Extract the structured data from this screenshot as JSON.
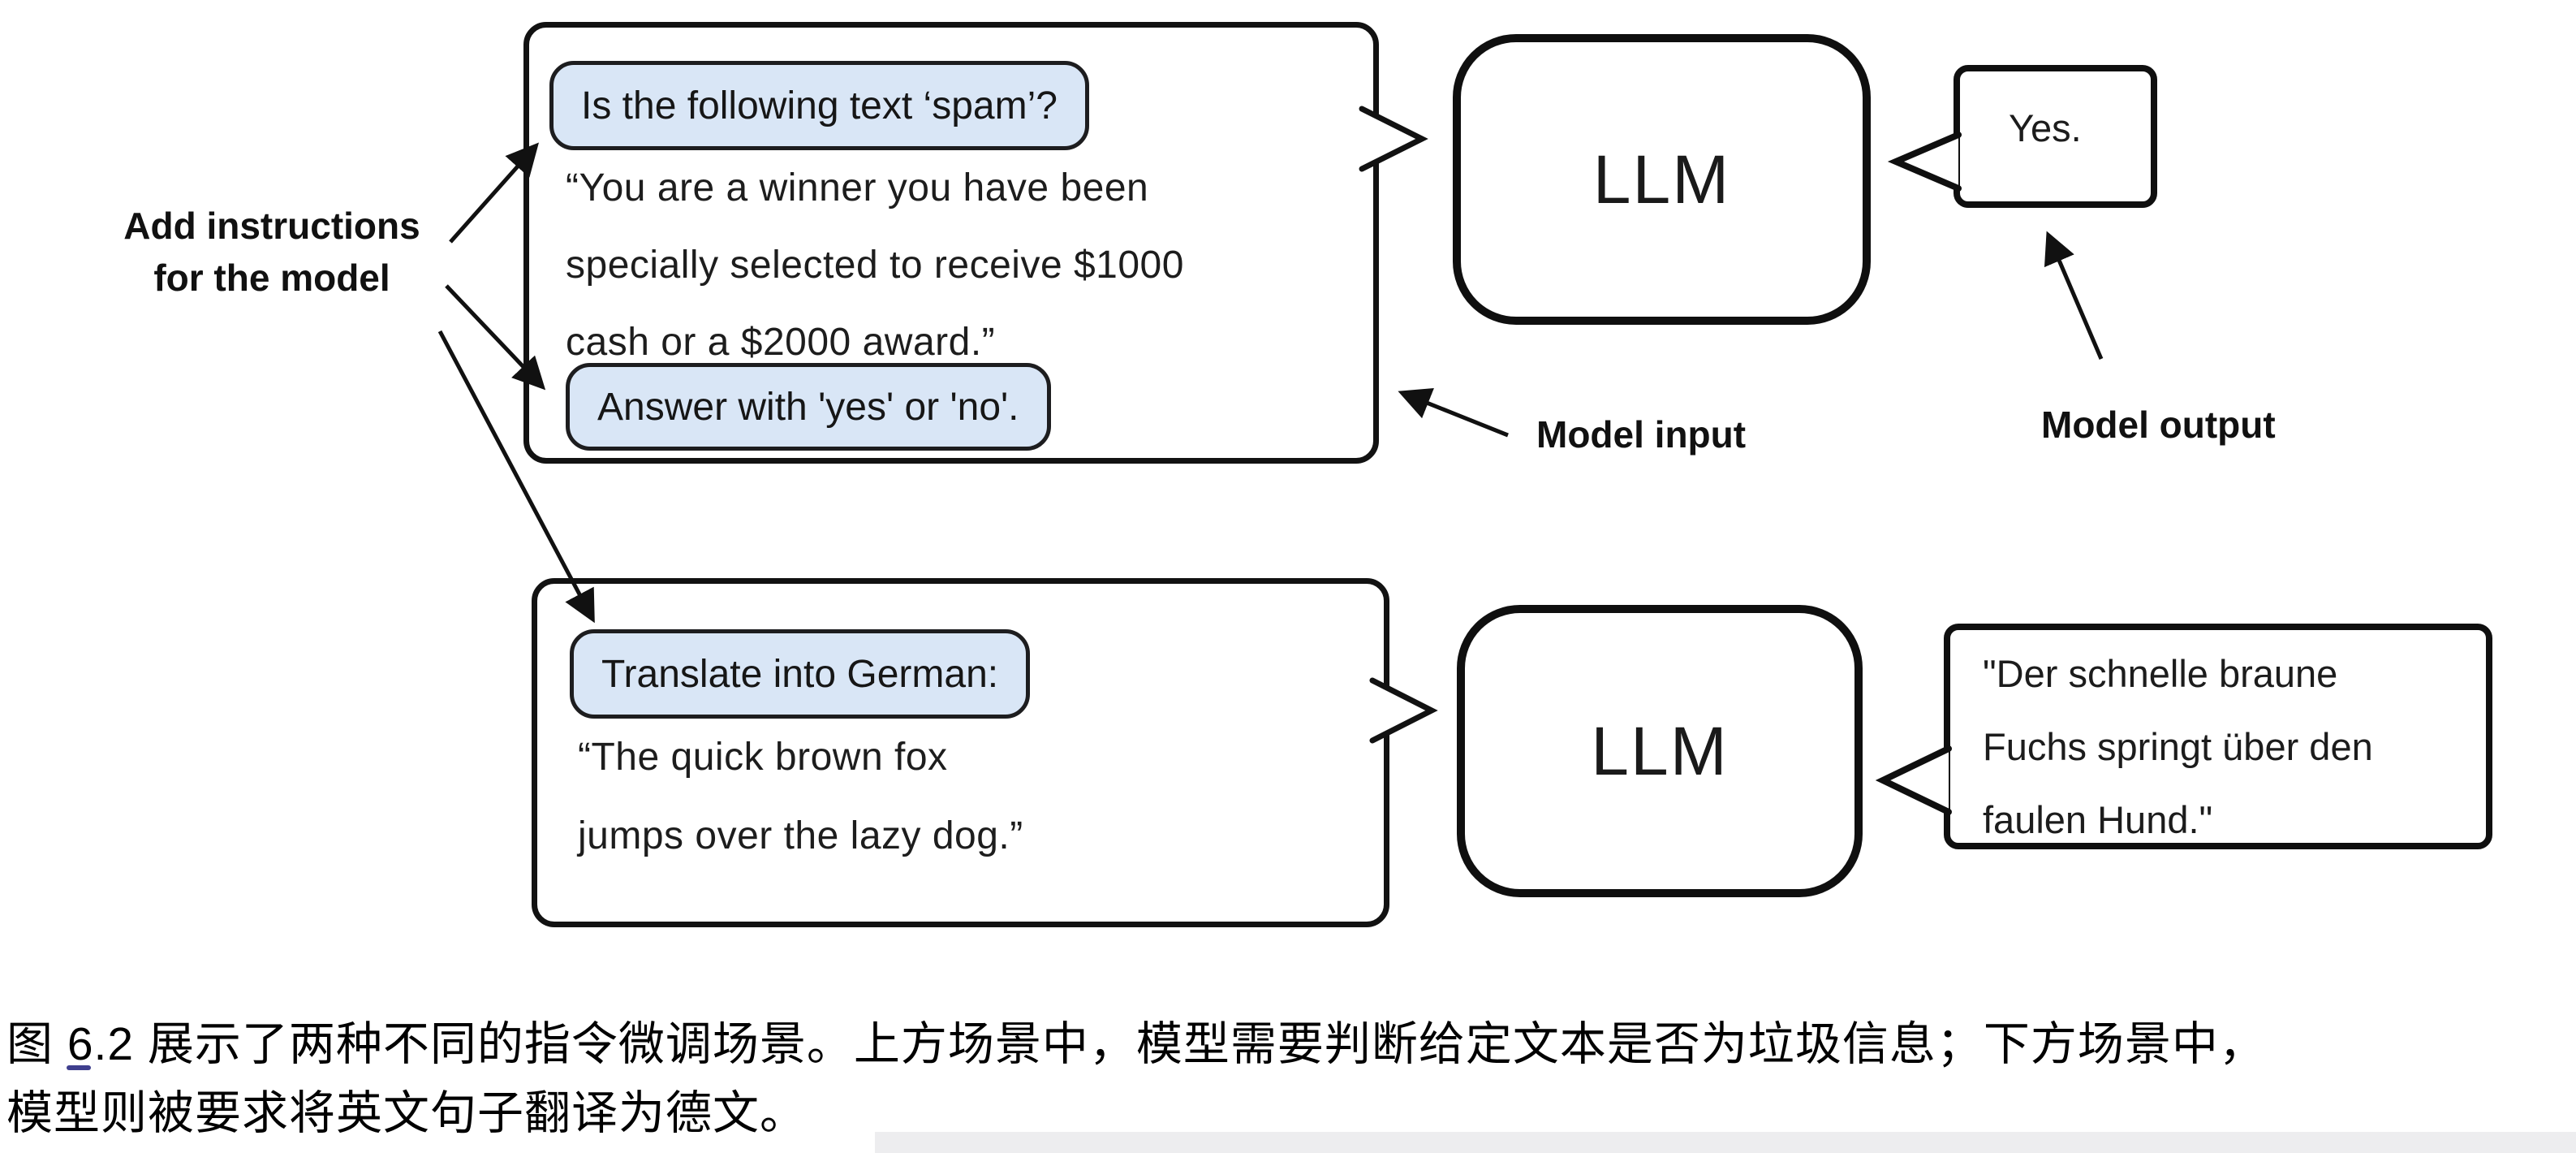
{
  "diagram": {
    "labels": {
      "add_instructions_line1": "Add instructions",
      "add_instructions_line2": "for the model",
      "model_input": "Model input",
      "model_output": "Model output"
    },
    "top_scenario": {
      "instruction_pill_1": "Is the following text ‘spam’?",
      "body_lines": [
        "“You are a winner you have been",
        "specially selected to receive $1000",
        "cash or a $2000 award.”"
      ],
      "instruction_pill_2": "Answer with 'yes' or 'no'.",
      "llm_label": "LLM",
      "output_text": "Yes."
    },
    "bottom_scenario": {
      "instruction_pill": "Translate into German:",
      "body_lines": [
        "“The quick brown fox",
        "jumps over the lazy dog.”"
      ],
      "llm_label": "LLM",
      "output_lines": [
        "\"Der schnelle braune",
        "Fuchs springt über den",
        "faulen Hund.\""
      ]
    },
    "colors": {
      "pill_fill": "#d9e6f6",
      "pill_border": "#1d1d1f",
      "box_border": "#121212",
      "text": "#1a1a1a"
    }
  },
  "caption": {
    "line1": "图 6.2 展示了两种不同的指令微调场景。上方场景中，模型需要判断给定文本是否为垃圾信息；下方场景中，",
    "line2": "模型则被要求将英文句子翻译为德文。"
  }
}
